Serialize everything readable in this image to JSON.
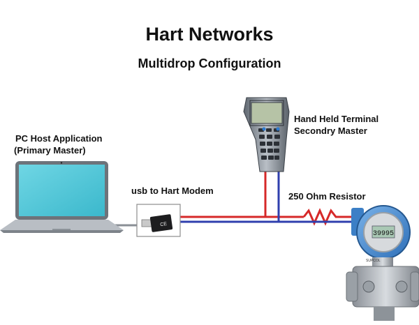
{
  "title": "Hart Networks",
  "subtitle": "Multidrop Configuration",
  "pc_host": {
    "line1": "PC Host Application",
    "line2": "(Primary Master)"
  },
  "modem": {
    "label": "usb to Hart Modem",
    "device_text": "CE"
  },
  "handheld": {
    "line1": "Hand Held Terminal",
    "line2": "Secondry Master"
  },
  "resistor": {
    "label": "250 Ohm Resistor"
  },
  "transmitter": {
    "display_value": "39995",
    "brand_text": "SUPCOL"
  },
  "colors": {
    "wire_positive": "#d62828",
    "wire_negative": "#2f3fae",
    "laptop_screen": "#4cc6d8"
  }
}
